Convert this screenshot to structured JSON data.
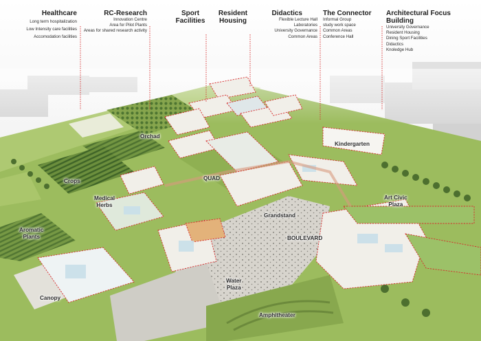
{
  "headers": [
    {
      "id": "healthcare",
      "title": "Healthcare",
      "lines": [
        "Long term hospitalization",
        "Low Intensity care facilities",
        "Accomodation  facilities"
      ]
    },
    {
      "id": "rc-research",
      "title": "RC-Research",
      "lines": [
        "Innovation Centre",
        "Area for  Pilot Plants",
        "Areas for shared research activity"
      ]
    },
    {
      "id": "sport",
      "title": "Sport",
      "title2": "Facilities"
    },
    {
      "id": "resident",
      "title": "Resident",
      "title2": "Housing"
    },
    {
      "id": "didactics",
      "title": "Didactics",
      "lines": [
        "Flexible Lecture Hall",
        "Laboratories",
        "University Governance",
        "Common Areas"
      ]
    },
    {
      "id": "connector",
      "title": "The Connector",
      "lines": [
        "Informal Group",
        "study work space",
        "Common Areas",
        "Conference Hall"
      ]
    },
    {
      "id": "architectural",
      "title": "Architectural Focus",
      "title2": "Building",
      "lines": [
        "University Governance",
        "Resident Housing",
        "Dining Sport Facilities",
        "Didactics",
        "Knoledge Hub"
      ]
    }
  ],
  "areas": {
    "orchad": "Orchad",
    "kindergarten": "Kindergarten",
    "crops": "Crops",
    "quad": "QUAD",
    "medical_herbs": [
      "Medical",
      "Herbs"
    ],
    "art_civic_plaza": [
      "Art Civic",
      "Plaza"
    ],
    "grandstand": "Grandstand",
    "aromatic_plants": [
      "Aromatic",
      "Plants"
    ],
    "boulevard": "BOULEVARD",
    "canopy": "Canopy",
    "water_plaza": [
      "Water",
      "Plaza"
    ],
    "amphitheater": "Amphitheater"
  },
  "colors": {
    "grass": "#9cbc5e",
    "plaza": "#d6d3cc",
    "outline": "#d62a2a",
    "building": "#f1efe9",
    "glass": "#c8dfe9"
  }
}
